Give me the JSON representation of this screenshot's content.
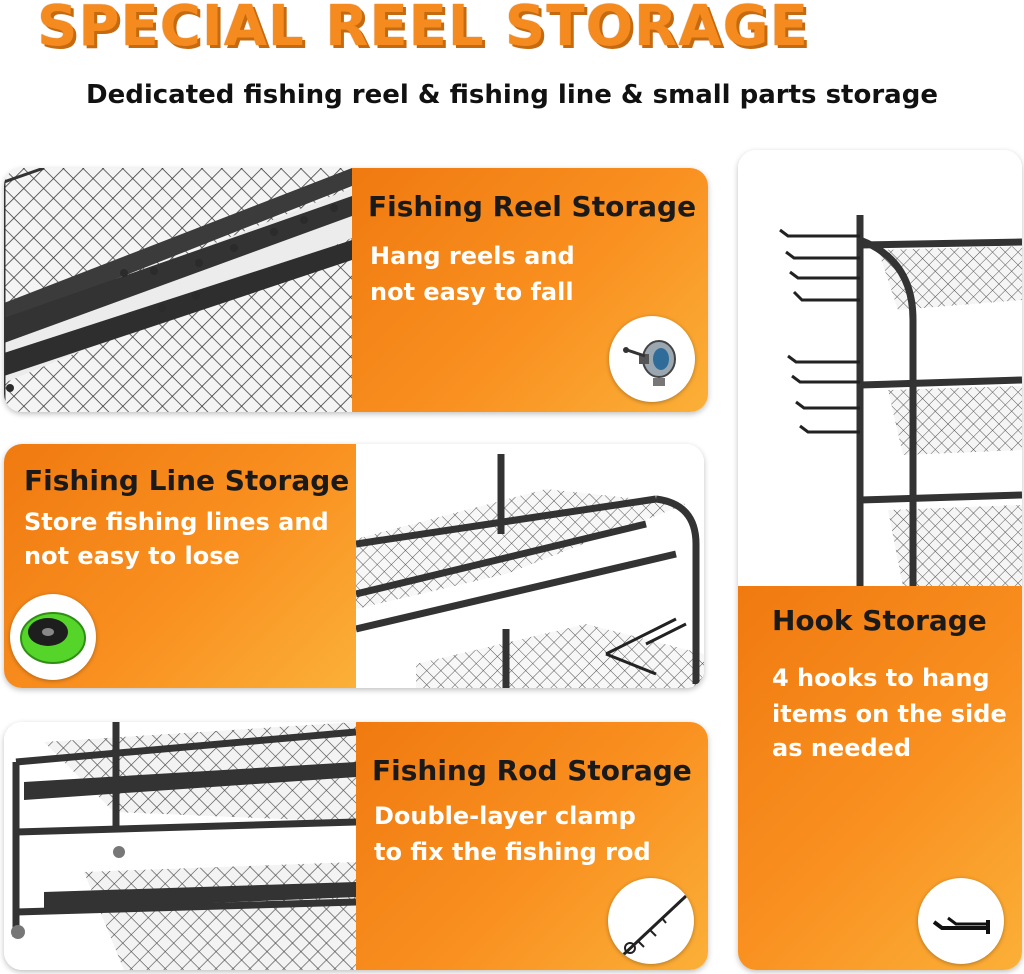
{
  "header": {
    "title": "SPECIAL REEL STORAGE",
    "subtitle": "Dedicated fishing reel & fishing line & small parts storage"
  },
  "features": [
    {
      "title": "Fishing Reel Storage",
      "desc_line1": "Hang reels and",
      "desc_line2": "not easy to fall",
      "icon": "fishing-reel-icon"
    },
    {
      "title": "Fishing Line Storage",
      "desc_line1": "Store fishing lines and",
      "desc_line2": "not easy to lose",
      "icon": "fishing-line-spool-icon"
    },
    {
      "title": "Fishing Rod Storage",
      "desc_line1": "Double-layer clamp",
      "desc_line2": "to fix the fishing rod",
      "icon": "fishing-rod-icon"
    },
    {
      "title": "Hook Storage",
      "desc_line1": "4 hooks to hang",
      "desc_line2": "items on the side",
      "desc_line3": "as needed",
      "icon": "hook-icon"
    }
  ],
  "colors": {
    "accent": "#f58a1f",
    "accent_light": "#fbb038",
    "rack": "#3a3a3a",
    "text_dark": "#1a1a1a"
  }
}
